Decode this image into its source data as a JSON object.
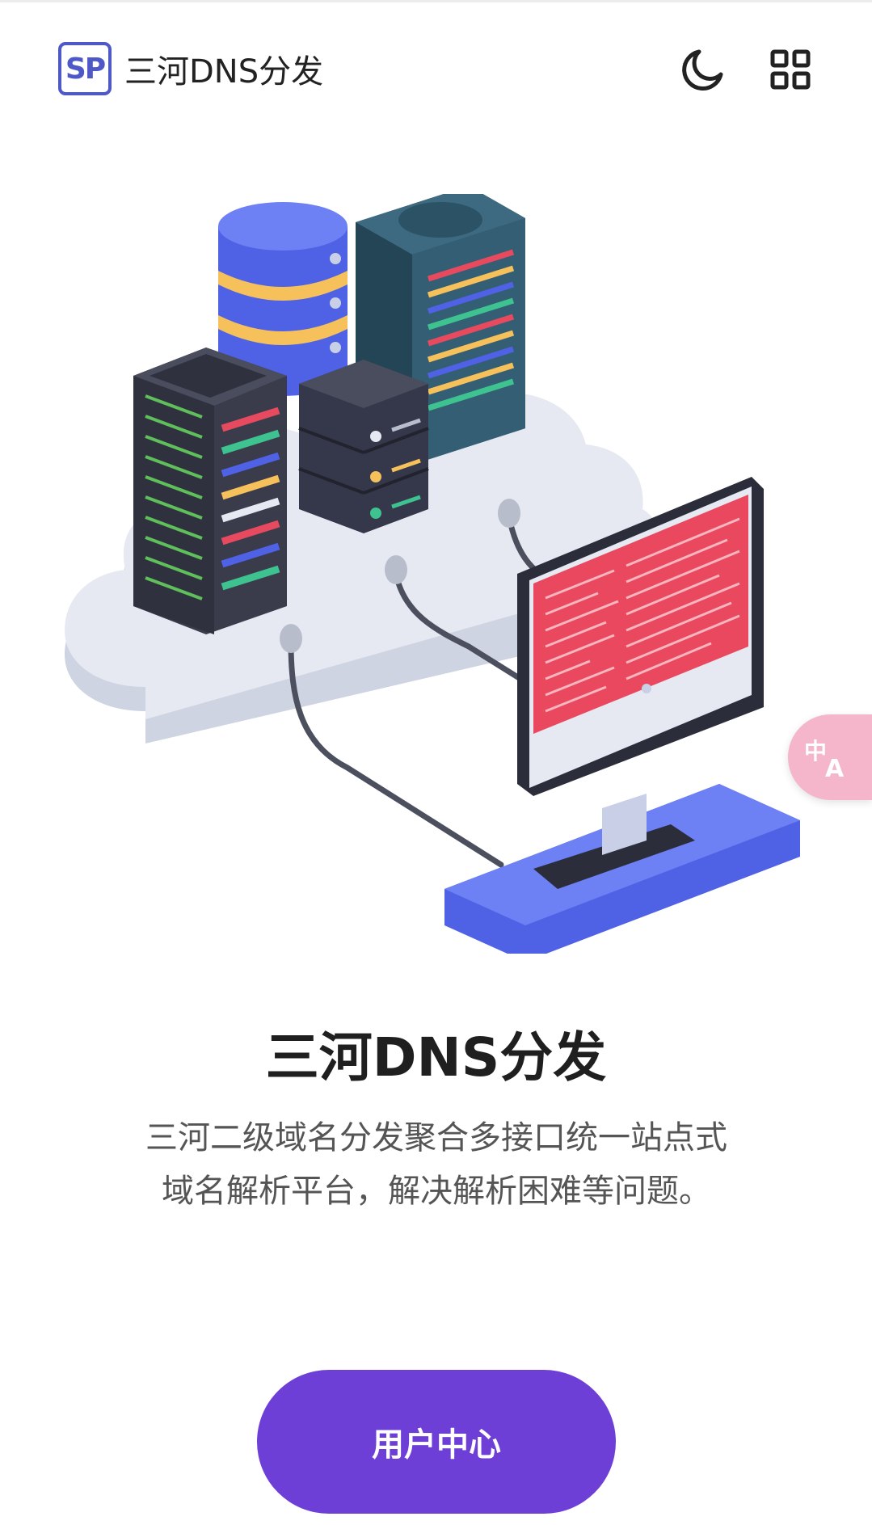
{
  "header": {
    "logo_text": "SP",
    "brand_name": "三河DNS分发",
    "icons": [
      "moon-icon",
      "apps-grid-icon"
    ]
  },
  "hero": {
    "title": "三河DNS分发",
    "description": "三河二级域名分发聚合多接口统一站点式域名解析平台，解决解析困难等问题。",
    "cta_label": "用户中心"
  },
  "floating": {
    "translate_icon": "translate-icon",
    "translate_glyph_cn": "中",
    "translate_glyph_en": "A"
  },
  "colors": {
    "brand": "#4e59c7",
    "accent": "#6d3fd7",
    "fab": "#f5b5cb"
  }
}
